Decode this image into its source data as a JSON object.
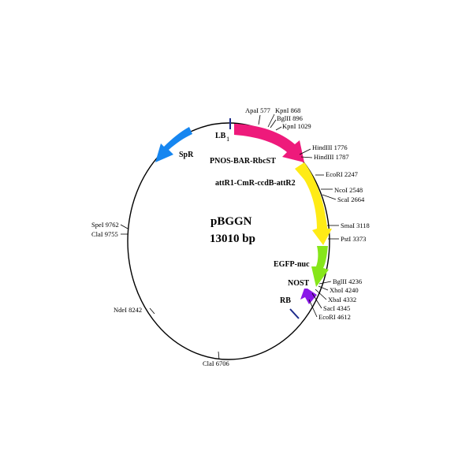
{
  "plasmid": {
    "name": "pBGGN",
    "size": "13010 bp"
  },
  "features": [
    {
      "name": "PNOS-BAR-RbcST",
      "color": "#ee1a7b"
    },
    {
      "name": "attR1-CmR-ccdB-attR2",
      "color": "#ffeb16"
    },
    {
      "name": "EGFP-nuc",
      "color": "#86e61a"
    },
    {
      "name": "NOST",
      "color": "#8a17e8"
    },
    {
      "name": "SpR",
      "color": "#1686f0"
    }
  ],
  "borders": [
    {
      "name": "LB",
      "sublabel": "1"
    },
    {
      "name": "RB"
    }
  ],
  "sites": [
    {
      "label": "ApaI 577"
    },
    {
      "label": "KpnI 868"
    },
    {
      "label": "BglII 896"
    },
    {
      "label": "KpnI 1029"
    },
    {
      "label": "HindIII 1776"
    },
    {
      "label": "HindIII 1787"
    },
    {
      "label": "EcoRI 2247"
    },
    {
      "label": "NcoI 2548"
    },
    {
      "label": "ScaI 2664"
    },
    {
      "label": "SmaI 3118"
    },
    {
      "label": "PstI 3373"
    },
    {
      "label": "BglII 4236"
    },
    {
      "label": "XhoI 4240"
    },
    {
      "label": "XbaI 4332"
    },
    {
      "label": "SacI 4345"
    },
    {
      "label": "EcoRI 4612"
    },
    {
      "label": "ClaI 6706"
    },
    {
      "label": "NdeI 8242"
    },
    {
      "label": "ClaI 9755"
    },
    {
      "label": "SpeI 9762"
    }
  ]
}
